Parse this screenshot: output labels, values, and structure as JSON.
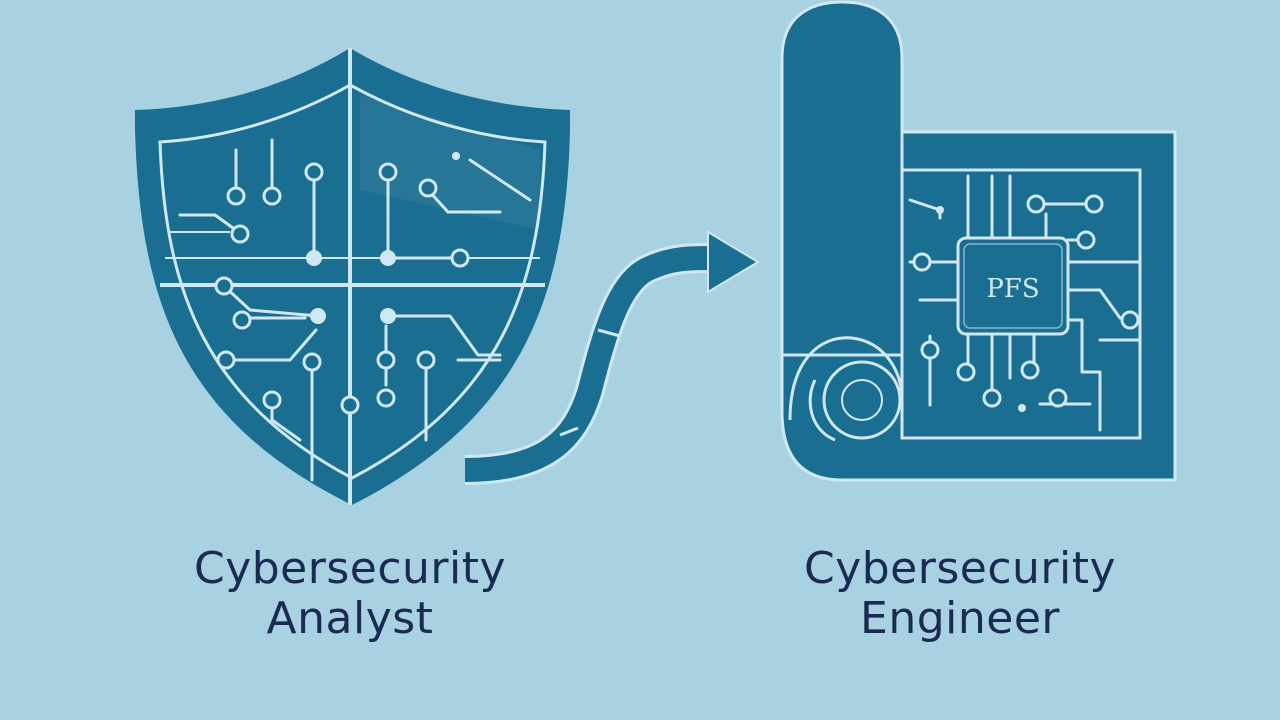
{
  "captions": {
    "left": {
      "line1": "Cybersecurity",
      "line2": "Analyst"
    },
    "right": {
      "line1": "Cybersecurity",
      "line2": "Engineer"
    }
  },
  "chip_label": "PFS",
  "icons": {
    "left": "shield-circuit-icon",
    "connector": "curved-arrow-icon",
    "right": "blueprint-scroll-circuit-icon"
  },
  "colors": {
    "background": "#a8d2e1",
    "primary": "#1a6e91",
    "line": "#cfe8f1",
    "text": "#1b2a52"
  }
}
